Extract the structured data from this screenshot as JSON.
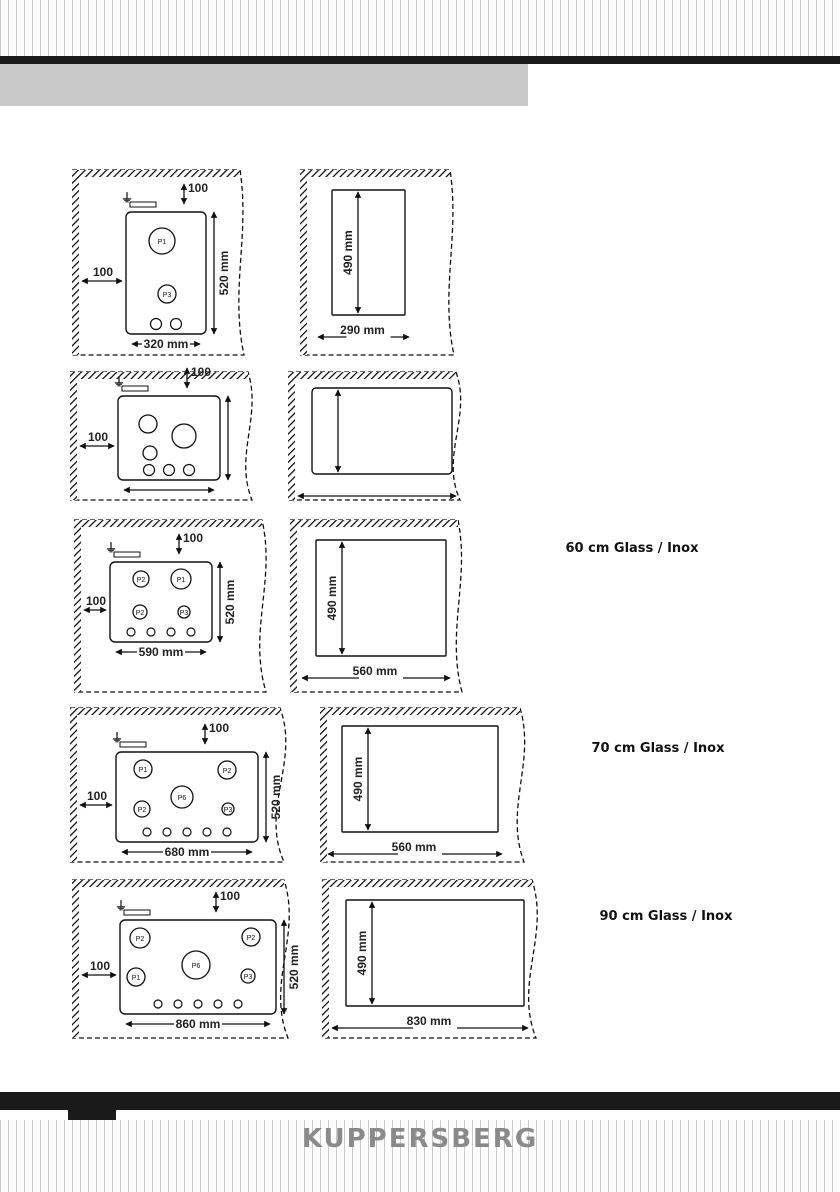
{
  "brand": "KUPPERSBERG",
  "rows": [
    {
      "caption": "",
      "cutout": {
        "depth_label": "490 mm",
        "width_label": "290 mm"
      },
      "hob": {
        "clearance_top": "100",
        "clearance_side": "100",
        "depth_label": "520 mm",
        "width_label": "320 mm",
        "knobs": 2,
        "burners": [
          {
            "label": "P1",
            "large": true
          },
          {
            "label": "P3",
            "large": false
          }
        ]
      }
    },
    {
      "caption": "",
      "cutout": {
        "depth_label": "",
        "width_label": ""
      },
      "hob": {
        "clearance_top": "100",
        "clearance_side": "100",
        "depth_label": "",
        "width_label": "",
        "knobs": 3,
        "burners": [
          {
            "label": "",
            "large": false
          },
          {
            "label": "",
            "large": true
          },
          {
            "label": "",
            "large": false
          }
        ]
      }
    },
    {
      "caption": "60 cm Glass / Inox",
      "cutout": {
        "depth_label": "490 mm",
        "width_label": "560 mm"
      },
      "hob": {
        "clearance_top": "100",
        "clearance_side": "100",
        "depth_label": "520 mm",
        "width_label": "590 mm",
        "knobs": 4,
        "burners": [
          {
            "label": "P2",
            "large": false
          },
          {
            "label": "P1",
            "large": true
          },
          {
            "label": "P2",
            "large": false
          },
          {
            "label": "P3",
            "large": false
          }
        ]
      }
    },
    {
      "caption": "70 cm Glass / Inox",
      "cutout": {
        "depth_label": "490 mm",
        "width_label": "560 mm"
      },
      "hob": {
        "clearance_top": "100",
        "clearance_side": "100",
        "depth_label": "520 mm",
        "width_label": "680 mm",
        "knobs": 5,
        "burners": [
          {
            "label": "P1",
            "large": false
          },
          {
            "label": "P2",
            "large": false
          },
          {
            "label": "P6",
            "large": true
          },
          {
            "label": "P2",
            "large": false
          },
          {
            "label": "P3",
            "large": false
          }
        ]
      }
    },
    {
      "caption": "90 cm Glass / Inox",
      "cutout": {
        "depth_label": "490 mm",
        "width_label": "830 mm"
      },
      "hob": {
        "clearance_top": "100",
        "clearance_side": "100",
        "depth_label": "520 mm",
        "width_label": "860 mm",
        "knobs": 5,
        "burners": [
          {
            "label": "P2",
            "large": false
          },
          {
            "label": "P2",
            "large": false
          },
          {
            "label": "P6",
            "large": true
          },
          {
            "label": "P1",
            "large": false
          },
          {
            "label": "P3",
            "large": false
          }
        ]
      }
    }
  ]
}
